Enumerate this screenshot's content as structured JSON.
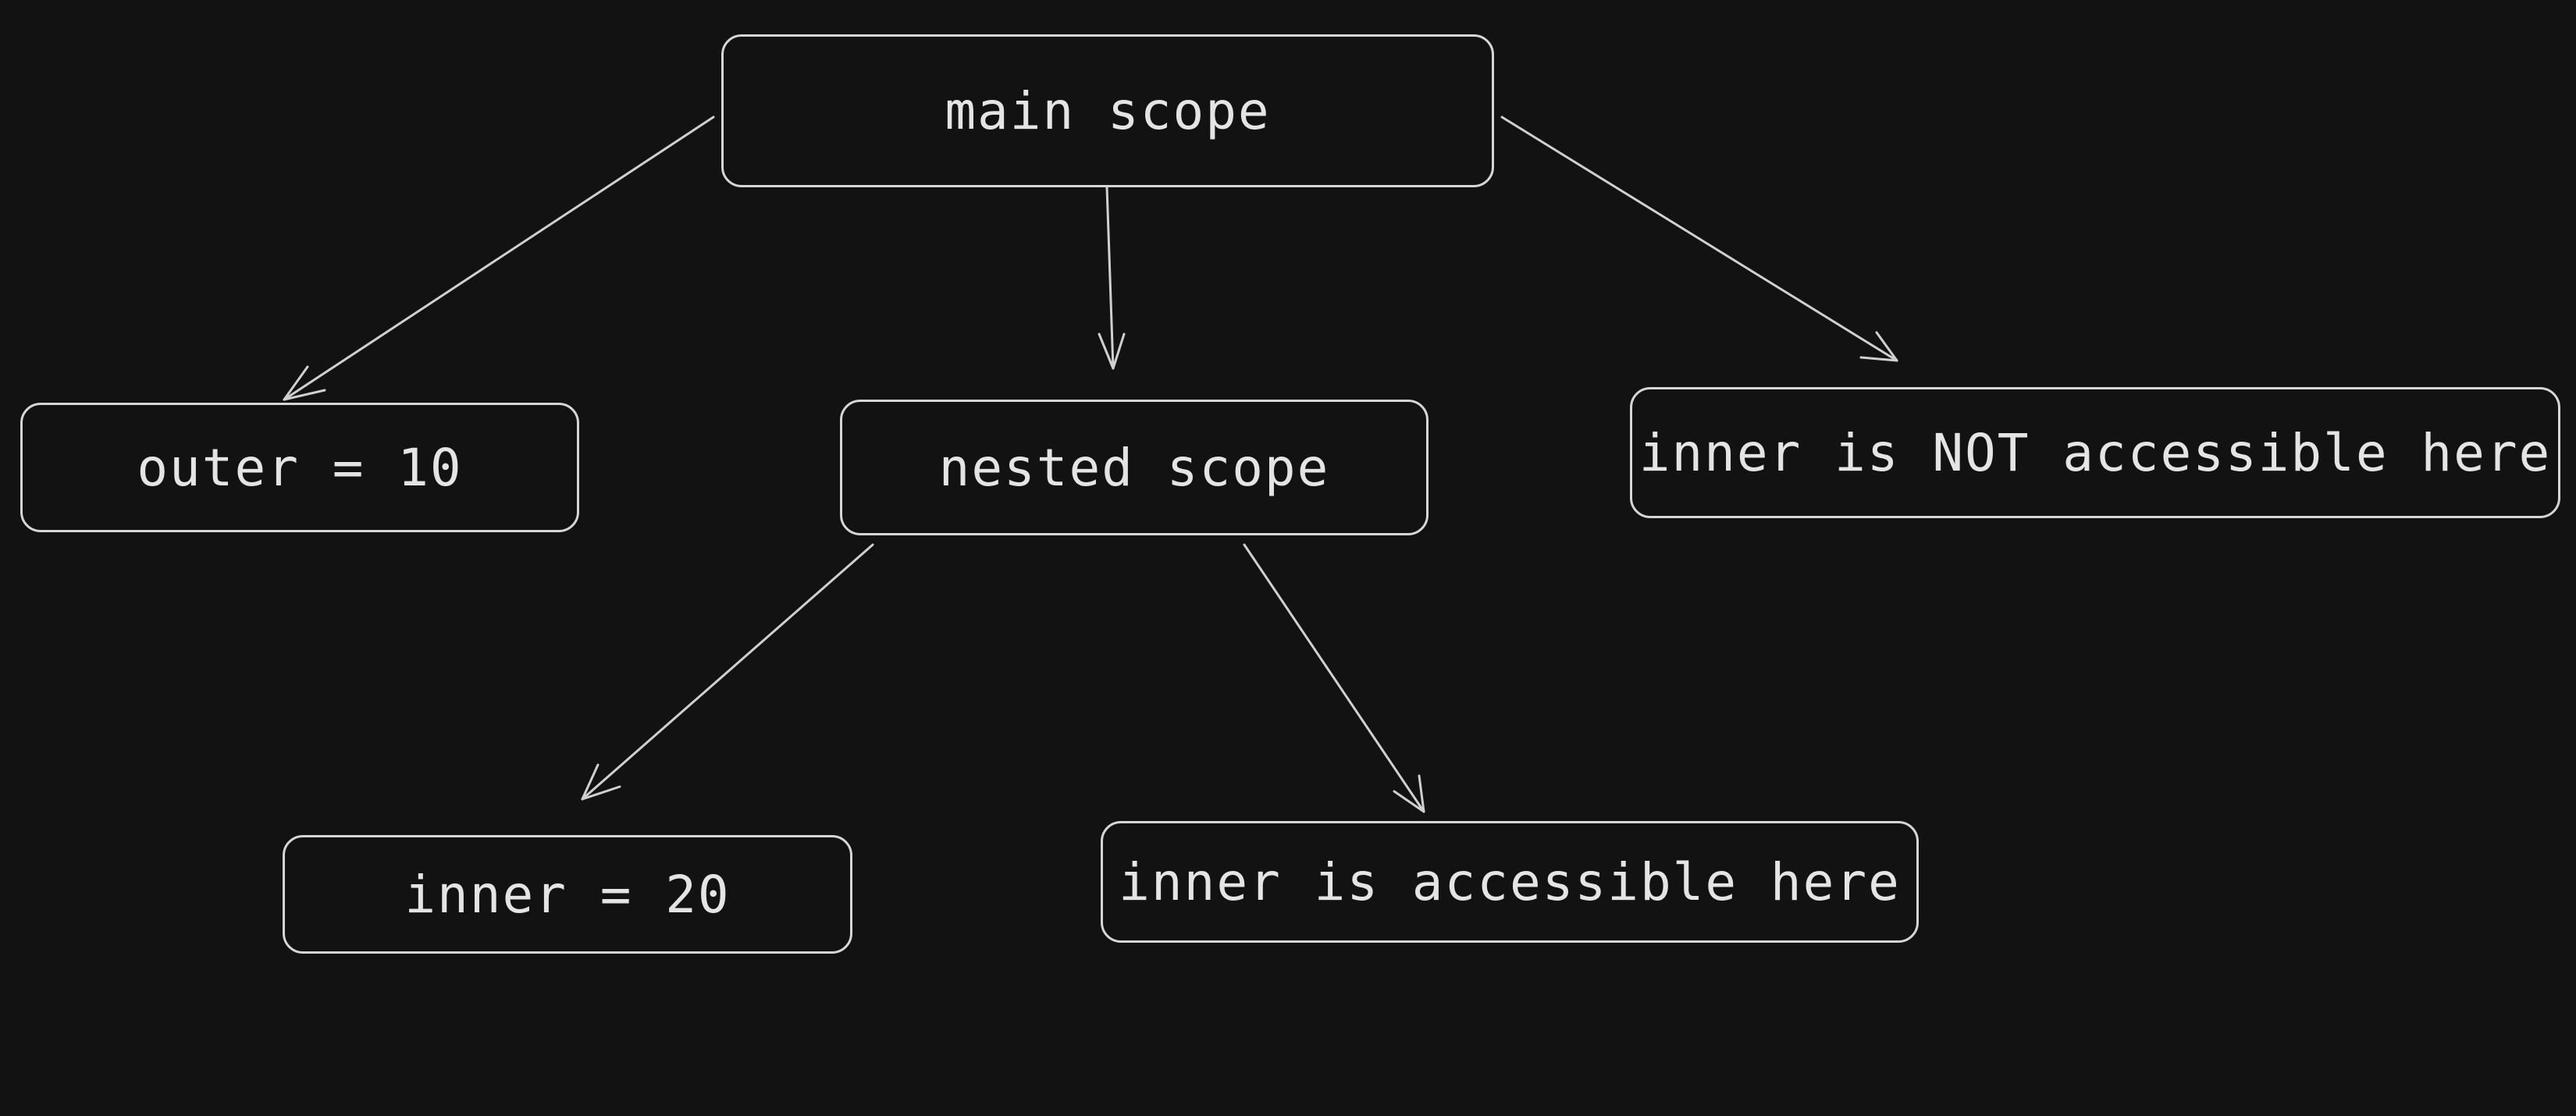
{
  "diagram": {
    "nodes": [
      {
        "id": "main",
        "label": "main scope"
      },
      {
        "id": "outer",
        "label": "outer = 10"
      },
      {
        "id": "nested",
        "label": "nested scope"
      },
      {
        "id": "not_accessible",
        "label": "inner is NOT accessible here"
      },
      {
        "id": "inner_value",
        "label": "inner = 20"
      },
      {
        "id": "accessible",
        "label": "inner is accessible here"
      }
    ],
    "edges": [
      {
        "from": "main",
        "to": "outer"
      },
      {
        "from": "main",
        "to": "nested"
      },
      {
        "from": "main",
        "to": "not_accessible"
      },
      {
        "from": "nested",
        "to": "inner_value"
      },
      {
        "from": "nested",
        "to": "accessible"
      }
    ],
    "colors": {
      "background": "#121212",
      "stroke": "#d6d6d6",
      "text": "#e4e4e4"
    }
  }
}
